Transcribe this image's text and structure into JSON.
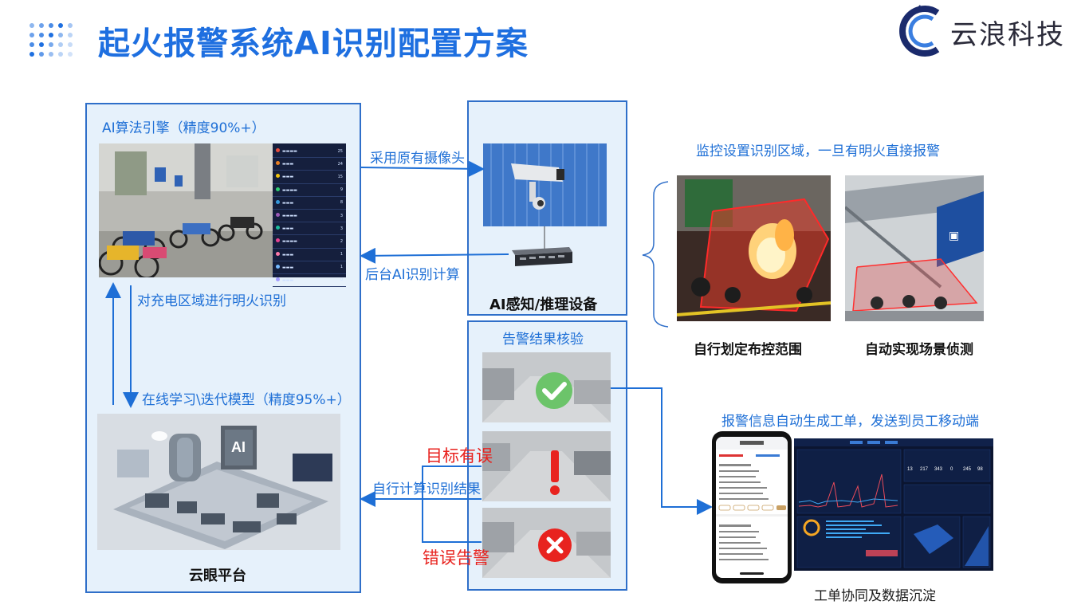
{
  "header": {
    "title": "起火报警系统AI识别配置方案",
    "brand": "云浪科技"
  },
  "left_panel": {
    "heading": "AI算法引擎（精度90%+）",
    "detect_label": "对充电区域进行明火识别",
    "learn_label": "在线学习\\迭代模型（精度95%+）",
    "platform_label": "云眼平台"
  },
  "device_panel": {
    "label": "AI感知/推理设备"
  },
  "verify_panel": {
    "heading": "告警结果核验",
    "target_error": "目标有误",
    "false_alarm": "错误告警"
  },
  "arrows": {
    "use_camera": "采用原有摄像头",
    "backend_ai": "后台AI识别计算",
    "self_compute": "自行计算识别结果"
  },
  "scene": {
    "heading": "监控设置识别区域，一旦有明火直接报警",
    "caption_left": "自行划定布控范围",
    "caption_right": "自动实现场景侦测"
  },
  "workorder": {
    "heading": "报警信息自动生成工单，发送到员工移动端",
    "caption": "工单协同及数据沉淀"
  },
  "colors": {
    "accent": "#1e6fe0",
    "panel_border": "#2f6fc9",
    "panel_fill": "#e6f1fb",
    "alert_red": "#e8231f",
    "ok_green": "#6cc46a"
  }
}
